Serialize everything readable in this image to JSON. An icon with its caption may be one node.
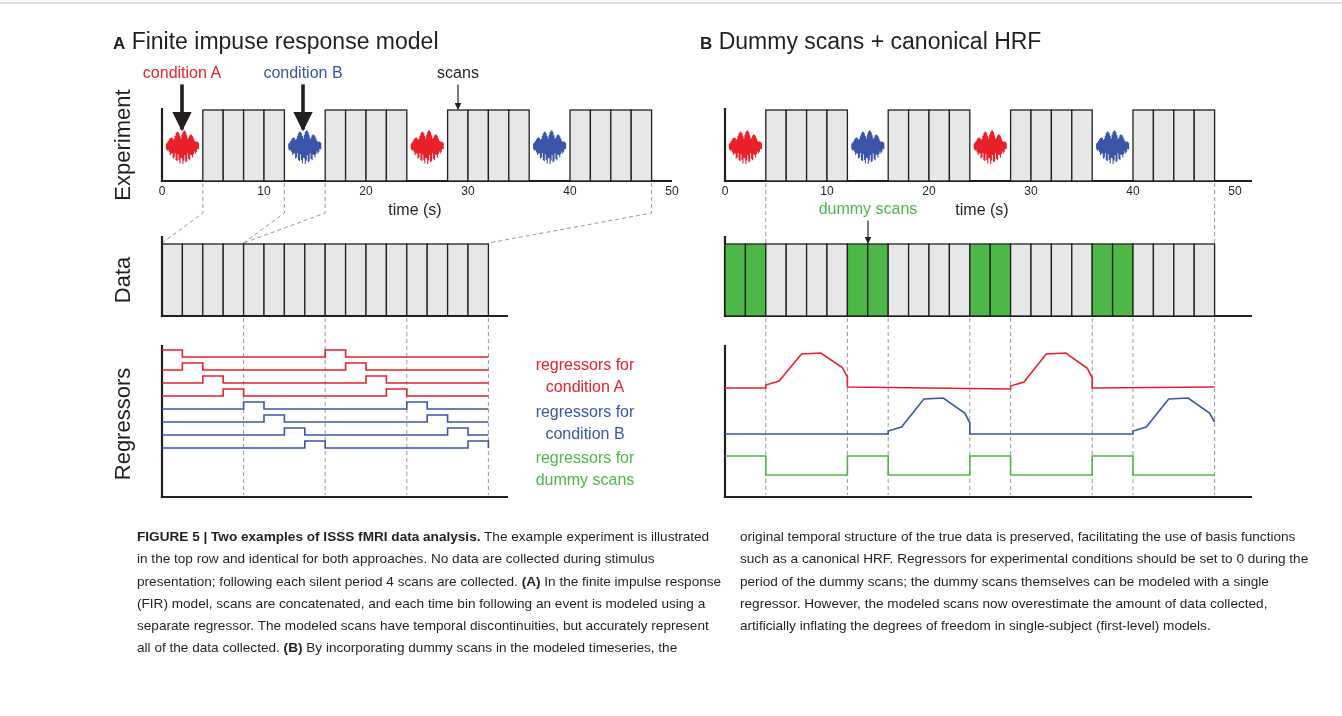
{
  "diagram": {
    "caption": "**FIGURE 5 | Two examples of ISSS fMRI data analysis.** The example experiment is illustrated in the top row and identical for both approaches. No data are collected during stimulus presentation; following each silent period 4 scans are collected. **(A)** In the finite impulse response (FIR) model, scans are concatenated, and each time bin following an event is modeled using a separate regressor. The modeled scans have temporal discontinuities, but accurately represent all of the data collected. **(B)** By incorporating dummy scans in the modeled timeseries, the original temporal structure of the true data is preserved, facilitating the use of basis functions such as a canonical HRF. Regressors for experimental conditions should be set to 0 during the period of the dummy scans; the dummy scans themselves can be modeled with a single regressor. However, the modeled scans now overestimate the amount of data collected, artificially inflating the degrees of freedom in single-subject (first-level) models.",
    "nodes": [
      {
        "text": [
          "condition A"
        ]
      },
      {
        "text": [
          "condition B"
        ]
      },
      {
        "text": [
          "scans"
        ]
      },
      {
        "text": [
          "dummy scans"
        ]
      },
      {
        "text": [],
        "shape": "picture"
      },
      {
        "text": [],
        "shape": "picture"
      },
      {
        "text": [],
        "shape": "picture"
      },
      {
        "text": [],
        "shape": "picture"
      },
      {
        "text": [],
        "shape": "picture"
      },
      {
        "text": [],
        "shape": "picture"
      },
      {
        "text": [],
        "shape": "picture"
      },
      {
        "text": [],
        "shape": "picture"
      },
      {
        "text": [],
        "shape": "box"
      },
      {
        "text": [],
        "shape": "box"
      },
      {
        "text": [],
        "shape": "box"
      },
      {
        "text": [],
        "shape": "box"
      },
      {
        "text": [],
        "shape": "box"
      },
      {
        "text": [],
        "shape": "box"
      },
      {
        "text": [],
        "shape": "box"
      },
      {
        "text": [],
        "shape": "box"
      },
      {
        "text": [],
        "shape": "box"
      }
    ],
    "edges": [
      {
        "from": 0,
        "to": 4,
        "arrow": "to",
        "style": "thick"
      },
      {
        "from": 1,
        "to": 5,
        "arrow": "to",
        "style": "thick"
      },
      {
        "from": 2,
        "to": 14,
        "arrow": "to"
      },
      {
        "from": 3,
        "to": 20,
        "arrow": "to"
      }
    ],
    "labels": [
      "**A** Finite impuse response model",
      "Experiment",
      "0",
      "10",
      "20",
      "30",
      "40",
      "50",
      "time (s)",
      "Data",
      "Regressors",
      "regressors for condition A",
      "regressors for condition B",
      "regressors for dummy scans",
      "**B** Dummy scans + canonical HRF",
      "0",
      "10",
      "20",
      "30",
      "40",
      "50",
      "time (s)"
    ]
  }
}
